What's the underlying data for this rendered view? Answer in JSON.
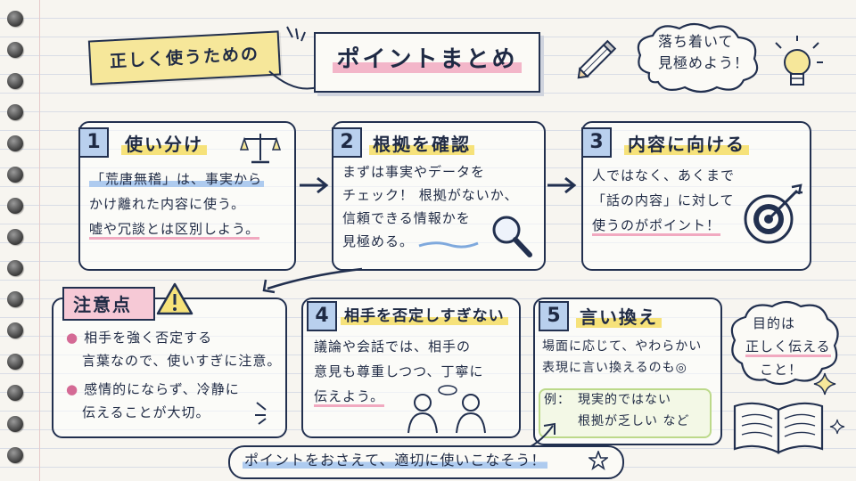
{
  "header": {
    "tag": "正しく使うための",
    "title": "ポイントまとめ"
  },
  "bubble_top": {
    "line1": "落ち着いて",
    "line2": "見極めよう！"
  },
  "cards": [
    {
      "number": "1",
      "title": "使い分け",
      "lines": [
        "「荒唐無稽」は、事実から",
        "かけ離れた内容に使う。",
        "嘘や冗談とは区別しよう。"
      ]
    },
    {
      "number": "2",
      "title": "根拠を確認",
      "lines": [
        "まずは事実やデータを",
        "チェック！ 根拠がないか、",
        "信頼できる情報かを",
        "見極める。"
      ]
    },
    {
      "number": "3",
      "title": "内容に向ける",
      "lines": [
        "人ではなく、あくまで",
        "「話の内容」に対して",
        "使うのがポイント！"
      ]
    },
    {
      "number": "4",
      "title": "相手を否定しすぎない",
      "lines": [
        "議論や会話では、相手の",
        "意見も尊重しつつ、丁寧に",
        "伝えよう。"
      ]
    },
    {
      "number": "5",
      "title": "言い換え",
      "lines": [
        "場面に応じて、やわらかい",
        "表現に言い換えるのも◎"
      ],
      "example": {
        "label": "例：",
        "line1": "現実的ではない",
        "line2": "根拠が乏しい など"
      }
    }
  ],
  "caution": {
    "title": "注意点",
    "items": [
      {
        "line1": "相手を強く否定する",
        "line2": "言葉なので、使いすぎに注意。"
      },
      {
        "line1": "感情的にならず、冷静に",
        "line2": "伝えることが大切。"
      }
    ]
  },
  "bubble_right": {
    "line1": "目的は",
    "line2": "正しく伝える",
    "line3": "こと！"
  },
  "footer": {
    "text": "ポイントをおさえて、適切に使いこなそう！"
  },
  "colors": {
    "ink": "#22304f",
    "number_bg": "#b9d0ee",
    "yellow": "#f6e27a",
    "pink": "#f3b6c9",
    "blue": "#aecbef",
    "green": "#bcd98a"
  },
  "icons": [
    "pencil-icon",
    "lightbulb-icon",
    "scale-icon",
    "magnifier-icon",
    "target-icon",
    "warning-icon",
    "people-icon",
    "open-book-icon",
    "sparkle-icon",
    "star-icon"
  ]
}
